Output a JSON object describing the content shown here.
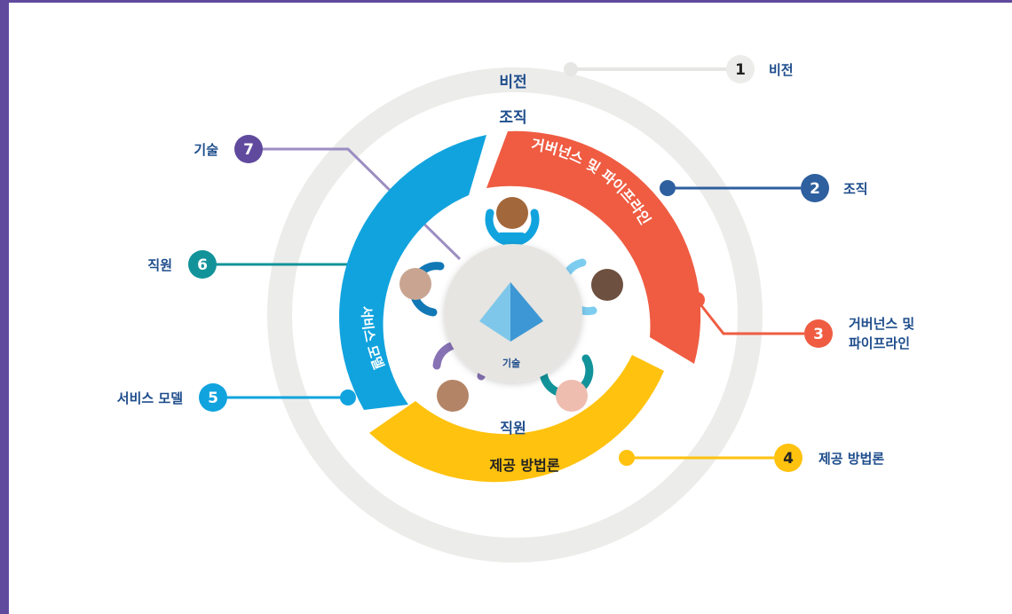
{
  "diagram": {
    "ring_labels": {
      "vision": "비전",
      "organization": "조직",
      "staff": "직원",
      "technology": "기술"
    },
    "segments": {
      "governance": "거버넌스 및 파이프라인",
      "delivery": "제공 방법론",
      "service_model": "서비스 모델"
    },
    "callouts": [
      {
        "number": "1",
        "label": "비전",
        "color": "#ececea",
        "text_color": "#222222"
      },
      {
        "number": "2",
        "label": "조직",
        "color": "#2e5f9e",
        "text_color": "#ffffff"
      },
      {
        "number": "3",
        "label_line1": "거버넌스 및",
        "label_line2": "파이프라인",
        "color": "#ef5c42",
        "text_color": "#ffffff"
      },
      {
        "number": "4",
        "label": "제공 방법론",
        "color": "#ffc20e",
        "text_color": "#222222"
      },
      {
        "number": "5",
        "label": "서비스 모델",
        "color": "#11a3de",
        "text_color": "#ffffff"
      },
      {
        "number": "6",
        "label": "직원",
        "color": "#12939a",
        "text_color": "#ffffff"
      },
      {
        "number": "7",
        "label": "기술",
        "color": "#604a9d",
        "text_color": "#ffffff"
      }
    ],
    "colors": {
      "accent_border": "#604a9d",
      "label_blue": "#1e4d8c",
      "outer_ring": "#ececea",
      "governance": "#ef5c42",
      "delivery": "#ffc20e",
      "service_model": "#11a3de",
      "center_disc": "#e6e5e1",
      "pyramid_light": "#7ec7ea",
      "pyramid_dark": "#3d97d4"
    }
  }
}
